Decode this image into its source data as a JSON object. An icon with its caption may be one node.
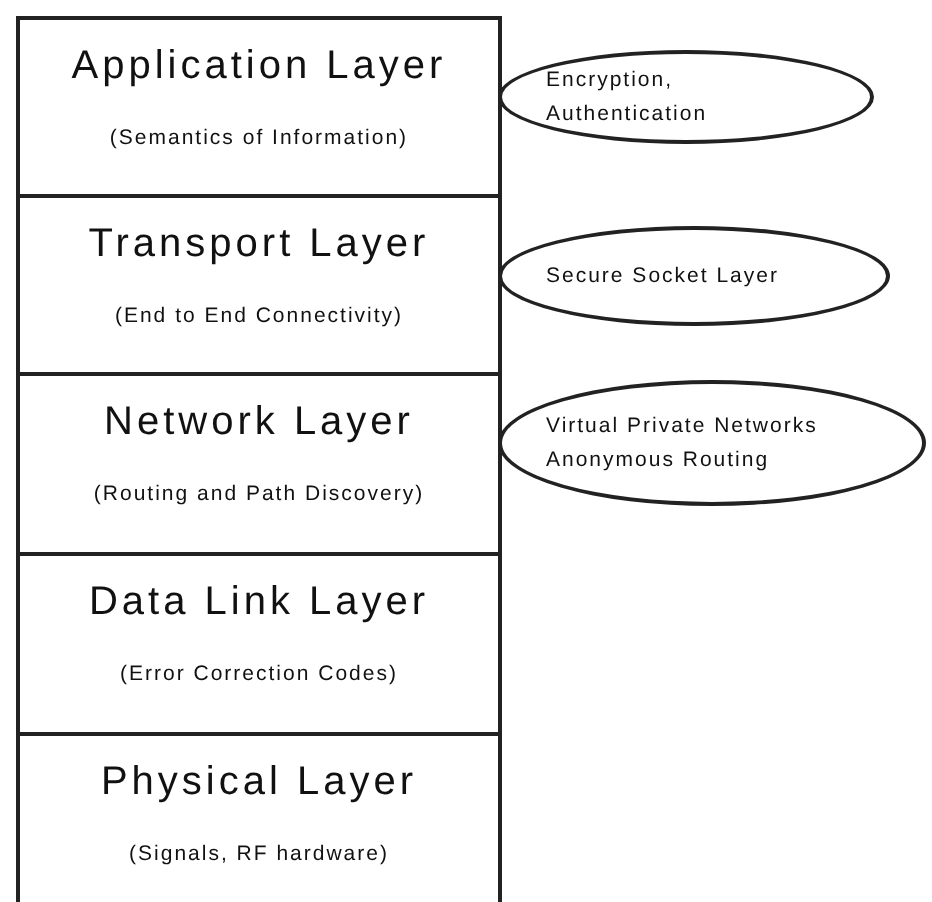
{
  "diagram": {
    "nodes": [
      {
        "text": [
          "Application Layer",
          "(Semantics of Information)"
        ]
      },
      {
        "text": [
          "Transport Layer",
          "(End to End Connectivity)"
        ]
      },
      {
        "text": [
          "Network Layer",
          "(Routing and Path Discovery)"
        ]
      },
      {
        "text": [
          "Data Link Layer",
          "(Error Correction Codes)"
        ]
      },
      {
        "text": [
          "Physical Layer",
          "(Signals, RF hardware)"
        ]
      },
      {
        "text": [
          "Encryption, Authentication"
        ]
      },
      {
        "text": [
          "Secure Socket Layer"
        ]
      },
      {
        "text": [
          "Virtual Private Networks",
          "Anonymous Routing"
        ]
      }
    ]
  }
}
